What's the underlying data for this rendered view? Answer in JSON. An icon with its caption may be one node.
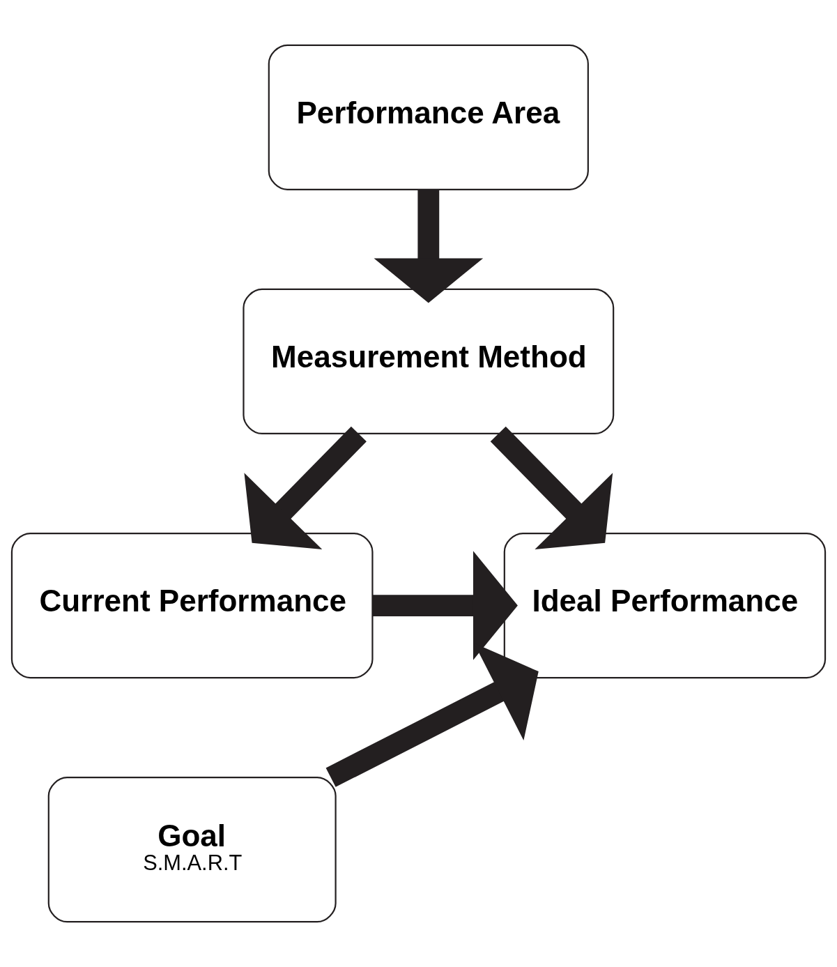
{
  "diagram": {
    "nodes": [
      {
        "text": [
          "Performance Area"
        ]
      },
      {
        "text": [
          "Measurement Method"
        ]
      },
      {
        "text": [
          "Current Performance"
        ]
      },
      {
        "text": [
          "Ideal Performance"
        ]
      },
      {
        "text": [
          "Goal",
          "S.M.A.R.T"
        ]
      }
    ],
    "edges": [
      {
        "from": 0,
        "to": 1,
        "arrow": "to"
      },
      {
        "from": 1,
        "to": 2,
        "arrow": "to"
      },
      {
        "from": 1,
        "to": 3,
        "arrow": "to"
      },
      {
        "from": 2,
        "to": 3,
        "arrow": "to"
      },
      {
        "from": 4,
        "to": 3,
        "arrow": "to"
      }
    ]
  }
}
